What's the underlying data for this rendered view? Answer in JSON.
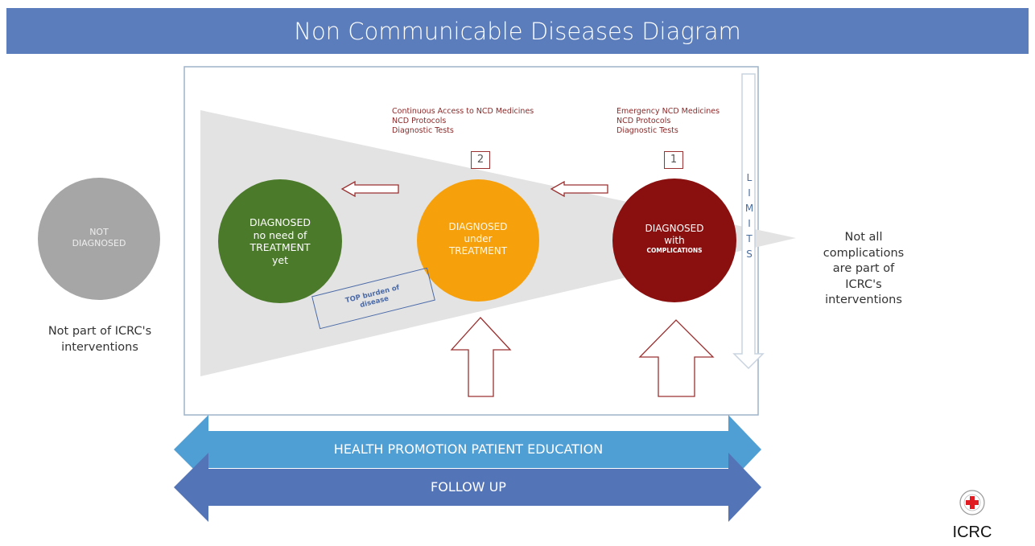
{
  "title": "Non Communicable Diseases Diagram",
  "circles": {
    "not_diagnosed": {
      "line1": "NOT",
      "line2": "DIAGNOSED",
      "color": "#a6a6a6"
    },
    "diagnosed_no_need": {
      "line1": "DIAGNOSED",
      "line2": "no need of",
      "line3": "TREATMENT",
      "line4": "yet",
      "color": "#4b7a2b"
    },
    "diagnosed_under": {
      "line1": "DIAGNOSED",
      "line2": "under",
      "line3": "TREATMENT",
      "color": "#f6a00c"
    },
    "diagnosed_with": {
      "line1": "DIAGNOSED",
      "line2": "with",
      "line3": "COMPLICATIONS",
      "color": "#8a1010"
    }
  },
  "notes": {
    "left": {
      "line1": "Not part of ICRC's",
      "line2": "interventions"
    },
    "right": {
      "line1": "Not all",
      "line2": "complications",
      "line3": "are part of",
      "line4": "ICRC's",
      "line5": "interventions"
    },
    "box2_items": [
      "Continuous Access to NCD Medicines",
      "NCD Protocols",
      "Diagnostic Tests"
    ],
    "box1_items": [
      "Emergency NCD Medicines",
      "NCD Protocols",
      "Diagnostic Tests"
    ]
  },
  "numbers": {
    "two": "2",
    "one": "1"
  },
  "limits_letters": [
    "L",
    "I",
    "M",
    "I",
    "T",
    "S"
  ],
  "top_burden": {
    "line1": "TOP burden of",
    "line2": "disease"
  },
  "bands": {
    "health_promotion": "HEALTH PROMOTION PATIENT EDUCATION",
    "follow_up": "FOLLOW UP"
  },
  "logo": {
    "text": "ICRC"
  },
  "colors": {
    "banner": "#5b7dbb",
    "band_light": "#4f9ed4",
    "band_dark": "#5474b8",
    "arrow_red": "#9b3030",
    "funnel": "#e3e3e3"
  }
}
